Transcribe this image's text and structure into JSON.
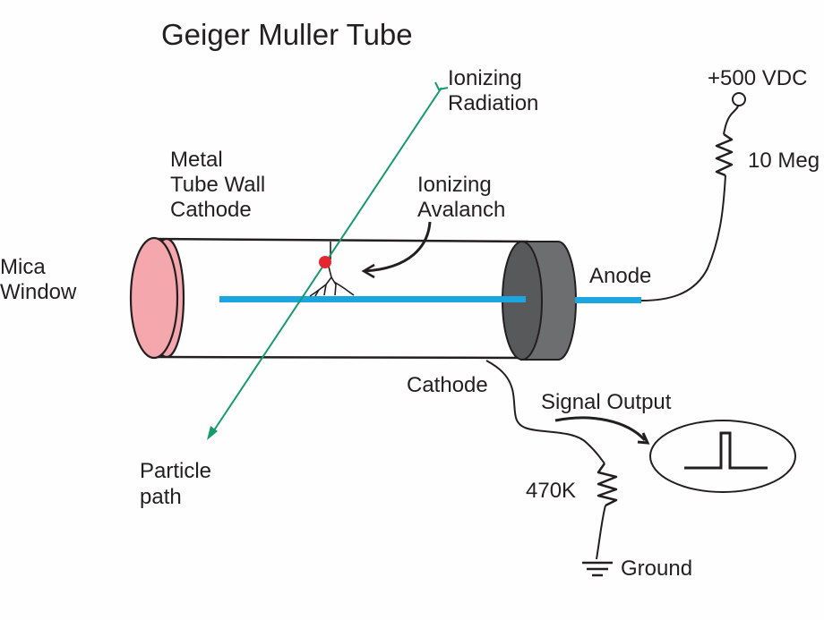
{
  "title": "Geiger Muller Tube",
  "labels": {
    "ionizing_radiation": [
      "Ionizing",
      "Radiation"
    ],
    "metal_tube_wall": [
      "Metal",
      "Tube Wall",
      "Cathode"
    ],
    "ionizing_avalanche": [
      "Ionizing",
      "Avalanch"
    ],
    "mica_window": [
      "Mica",
      "Window"
    ],
    "anode": "Anode",
    "supply_voltage": "+500 VDC",
    "anode_resistor": "10 Meg",
    "cathode": "Cathode",
    "signal_output": "Signal Output",
    "particle_path": [
      "Particle",
      "path"
    ],
    "cathode_resistor": "470K",
    "ground": "Ground"
  },
  "colors": {
    "mica_window": "#f4a8ad",
    "anode_wire": "#1ba6e0",
    "end_cap": "#6d6e70",
    "end_cap_face": "#58595b",
    "particle_path": "#169b6b",
    "ionization_point": "#e6262f",
    "line": "#231f20"
  }
}
